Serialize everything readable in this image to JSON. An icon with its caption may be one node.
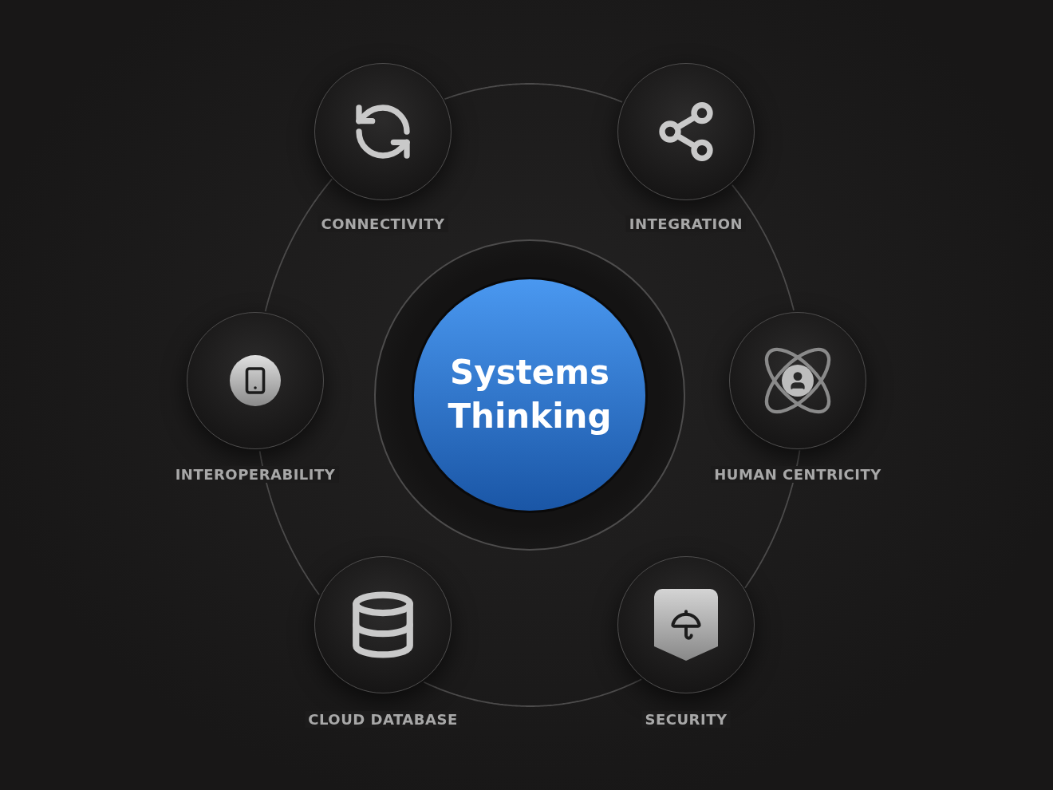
{
  "diagram": {
    "nodes": [
      {
        "text": [
          "Systems Thinking"
        ]
      },
      {
        "text": [
          "CONNECTIVITY"
        ]
      },
      {
        "text": [
          "INTEGRATION"
        ]
      },
      {
        "text": [
          "HUMAN CENTRICITY"
        ]
      },
      {
        "text": [
          "SECURITY"
        ]
      },
      {
        "text": [
          "CLOUD DATABASE"
        ]
      },
      {
        "text": [
          "INTEROPERABILITY"
        ]
      }
    ],
    "edges": [
      {
        "from": 1,
        "to": 2,
        "arrow": "none"
      },
      {
        "from": 2,
        "to": 3,
        "arrow": "none"
      },
      {
        "from": 3,
        "to": 4,
        "arrow": "none"
      },
      {
        "from": 4,
        "to": 5,
        "arrow": "none"
      },
      {
        "from": 5,
        "to": 6,
        "arrow": "none"
      },
      {
        "from": 6,
        "to": 1,
        "arrow": "none"
      }
    ]
  }
}
